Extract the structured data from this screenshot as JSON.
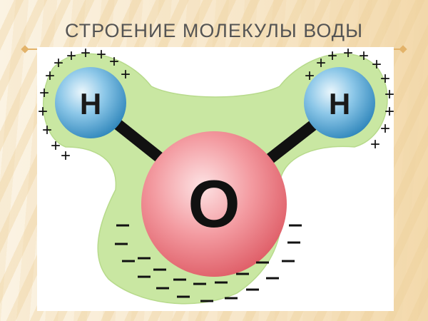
{
  "slide": {
    "title": "СТРОЕНИЕ МОЛЕКУЛЫ ВОДЫ"
  },
  "molecule": {
    "oxygen": {
      "symbol": "O",
      "color": "#e96b72"
    },
    "hydrogen_left": {
      "symbol": "H",
      "color": "#4aa3d4"
    },
    "hydrogen_right": {
      "symbol": "H",
      "color": "#4aa3d4"
    },
    "cloud_color": "#c8e6a0",
    "bond_color": "#111111",
    "positive_sign": "+",
    "negative_sign": "−"
  }
}
